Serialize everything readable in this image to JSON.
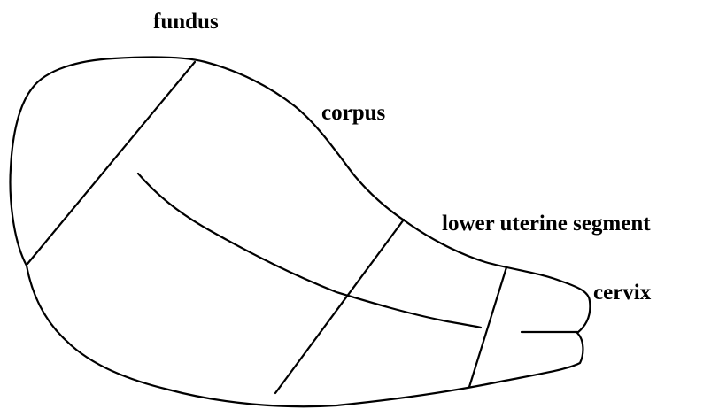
{
  "labels": {
    "fundus": "fundus",
    "corpus": "corpus",
    "lower_uterine_segment": "lower uterine segment",
    "cervix": "cervix"
  }
}
